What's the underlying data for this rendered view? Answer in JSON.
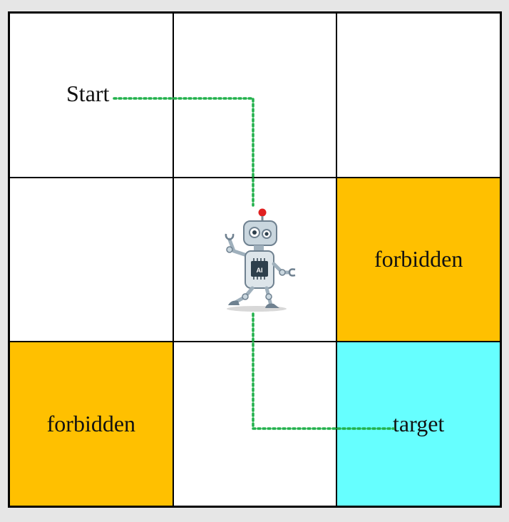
{
  "grid": {
    "rows": 3,
    "cols": 3,
    "cells": [
      {
        "row": 0,
        "col": 0,
        "type": "plain",
        "label": ""
      },
      {
        "row": 0,
        "col": 1,
        "type": "plain",
        "label": ""
      },
      {
        "row": 0,
        "col": 2,
        "type": "plain",
        "label": ""
      },
      {
        "row": 1,
        "col": 0,
        "type": "plain",
        "label": ""
      },
      {
        "row": 1,
        "col": 1,
        "type": "plain",
        "label": ""
      },
      {
        "row": 1,
        "col": 2,
        "type": "forbidden",
        "label": "forbidden"
      },
      {
        "row": 2,
        "col": 0,
        "type": "forbidden",
        "label": "forbidden"
      },
      {
        "row": 2,
        "col": 1,
        "type": "plain",
        "label": ""
      },
      {
        "row": 2,
        "col": 2,
        "type": "target",
        "label": "target"
      }
    ]
  },
  "start": {
    "label": "Start",
    "row": 0,
    "col": 0
  },
  "robot": {
    "row": 1,
    "col": 1,
    "chip_text": "AI",
    "icon": "robot-icon"
  },
  "path": {
    "color": "#22b14c",
    "style": "dotted"
  },
  "colors": {
    "forbidden": "#ffc000",
    "target": "#66ffff",
    "plain": "#ffffff",
    "background": "#e6e6e6",
    "robot_head_dot": "#e02020"
  }
}
